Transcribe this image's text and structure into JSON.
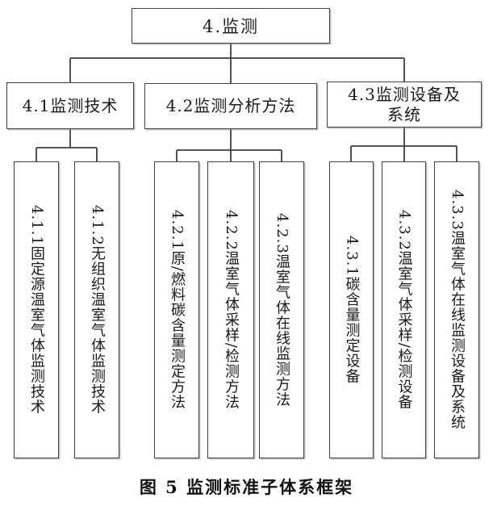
{
  "diagram": {
    "title": "4.监测",
    "root": {
      "label": "4.监测"
    },
    "level2": [
      {
        "id": "4.1",
        "label": "4.1监测技术"
      },
      {
        "id": "4.2",
        "label": "4.2监测分析方法"
      },
      {
        "id": "4.3",
        "label": "4.3监测设备及\n系统"
      }
    ],
    "level3": [
      {
        "id": "4.1.1",
        "parent": "4.1",
        "label": "4.1.1固定源温室气体监测技术"
      },
      {
        "id": "4.1.2",
        "parent": "4.1",
        "label": "4.1.2无组织温室气体监测技术"
      },
      {
        "id": "4.2.1",
        "parent": "4.2",
        "label": "4.2.1原/燃料碳含量测定方法"
      },
      {
        "id": "4.2.2",
        "parent": "4.2",
        "label": "4.2.2温室气体采样/检测方法"
      },
      {
        "id": "4.2.3",
        "parent": "4.2",
        "label": "4.2.3温室气体在线监测方法"
      },
      {
        "id": "4.3.1",
        "parent": "4.3",
        "label": "4.3.1碳含量测定设备"
      },
      {
        "id": "4.3.2",
        "parent": "4.3",
        "label": "4.3.2温室气体采样/检测设备"
      },
      {
        "id": "4.3.3",
        "parent": "4.3",
        "label": "4.3.3温室气体在线监测设备及系统"
      }
    ],
    "caption": "图 5 监测标准子体系框架",
    "colors": {
      "line": "#3f3f3f",
      "border": "#3f3f3f",
      "background": "#ffffff",
      "text": "#1a1a1a"
    }
  }
}
